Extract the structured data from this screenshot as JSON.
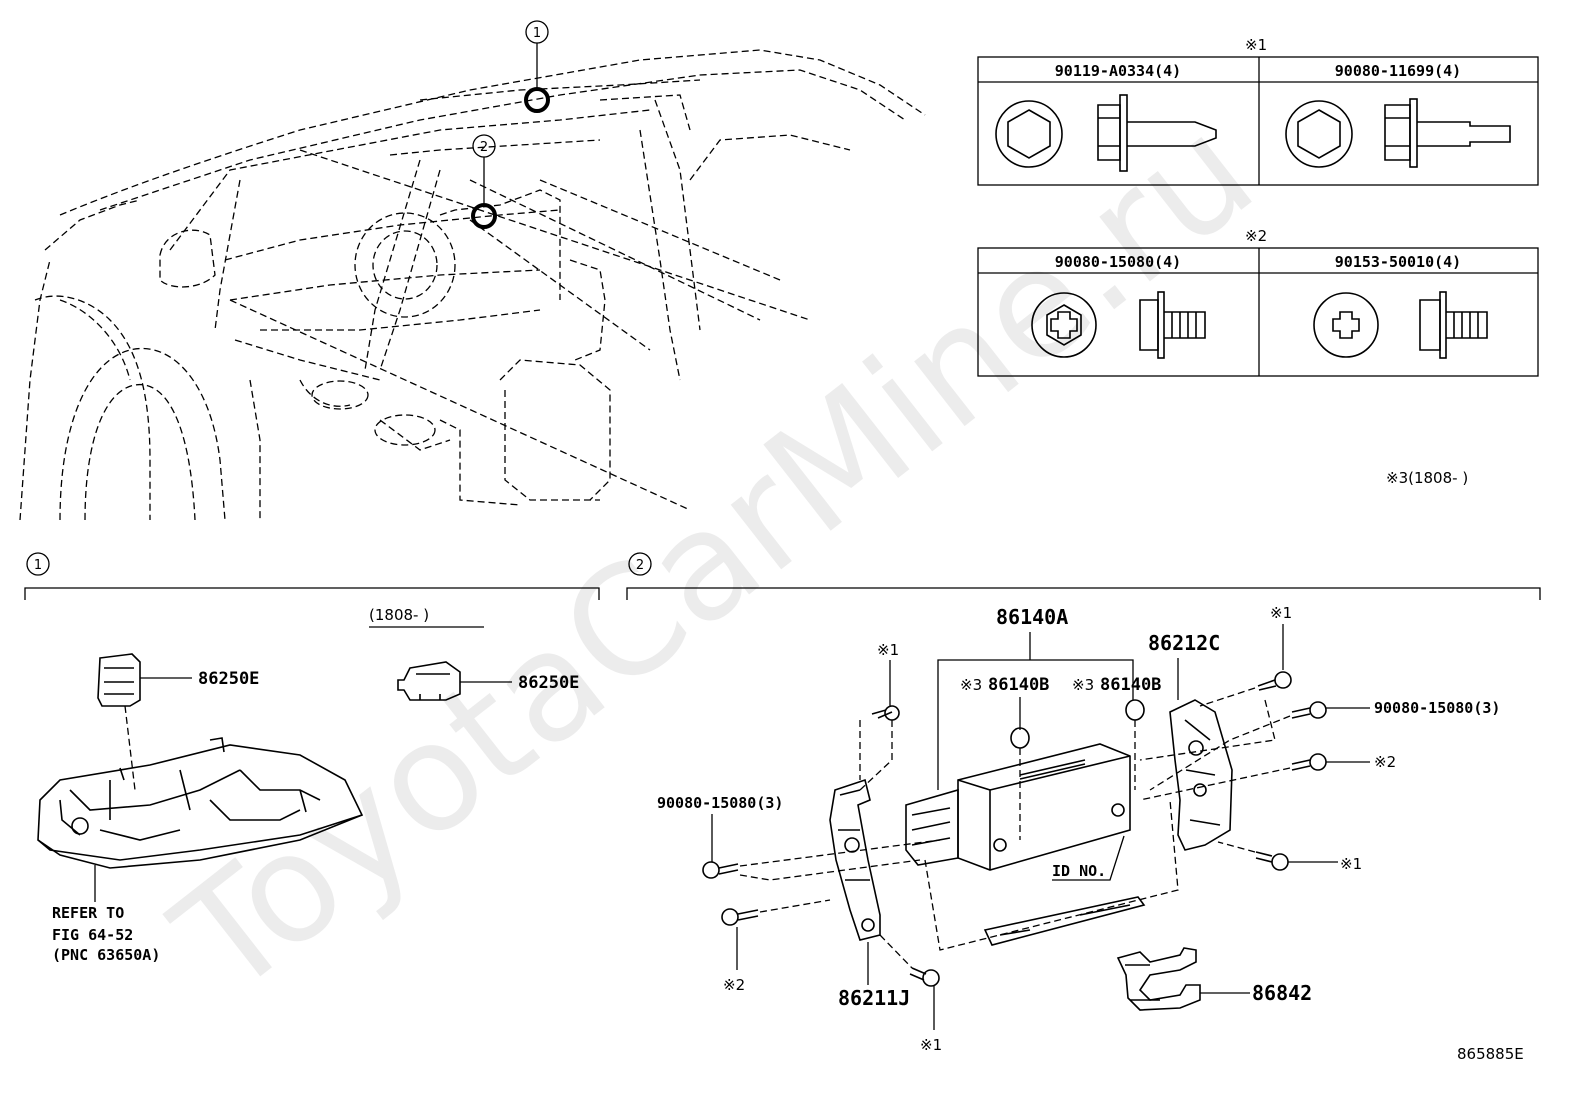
{
  "watermark": "ToyotaCarMine.ru",
  "figure_id": "865885E",
  "callouts": {
    "one": "1",
    "two": "2"
  },
  "fastener_tables": [
    {
      "mark": "※1",
      "columns": [
        "90119-A0334(4)",
        "90080-11699(4)"
      ]
    },
    {
      "mark": "※2",
      "columns": [
        "90080-15080(4)",
        "90153-50010(4)"
      ]
    }
  ],
  "note_3": "※3(1808-   )",
  "section1": {
    "label": "1",
    "date_range": "(1808-    )",
    "part_left": "86250E",
    "part_right": "86250E",
    "refer": [
      "REFER TO",
      "FIG 64-52",
      "(PNC 63650A)"
    ]
  },
  "section2": {
    "label": "2",
    "parts": {
      "p86140A": "86140A",
      "p86140B_a": "86140B",
      "p86140B_b": "86140B",
      "mark3_a": "※3",
      "mark3_b": "※3",
      "p86212C": "86212C",
      "p86211J": "86211J",
      "p86842": "86842",
      "bolt_left": "90080-15080(3)",
      "bolt_right": "90080-15080(3)",
      "id_no": "ID NO.",
      "m1_top_left": "※1",
      "m1_top_right": "※1",
      "m1_right": "※1",
      "m1_bottom": "※1",
      "m2_right": "※2",
      "m2_left": "※2"
    }
  }
}
